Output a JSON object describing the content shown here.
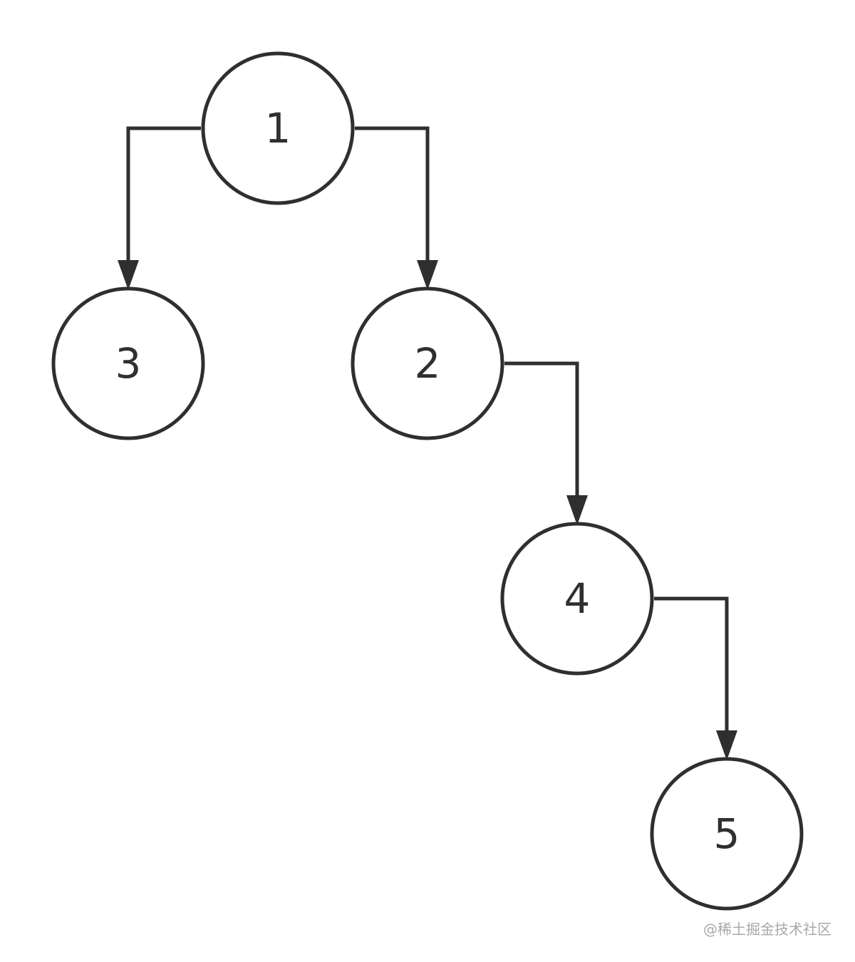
{
  "diagram": {
    "type": "binary-tree",
    "colors": {
      "stroke": "#2f2f2f",
      "background": "#ffffff",
      "watermark": "#a8a8a8"
    },
    "nodes": [
      {
        "id": "n1",
        "label": "1"
      },
      {
        "id": "n3",
        "label": "3"
      },
      {
        "id": "n2",
        "label": "2"
      },
      {
        "id": "n4",
        "label": "4"
      },
      {
        "id": "n5",
        "label": "5"
      }
    ],
    "edges": [
      {
        "from": "n1",
        "to": "n3",
        "side": "left"
      },
      {
        "from": "n1",
        "to": "n2",
        "side": "right"
      },
      {
        "from": "n2",
        "to": "n4",
        "side": "right"
      },
      {
        "from": "n4",
        "to": "n5",
        "side": "right"
      }
    ]
  },
  "watermark": {
    "text": "@稀土掘金技术社区"
  }
}
